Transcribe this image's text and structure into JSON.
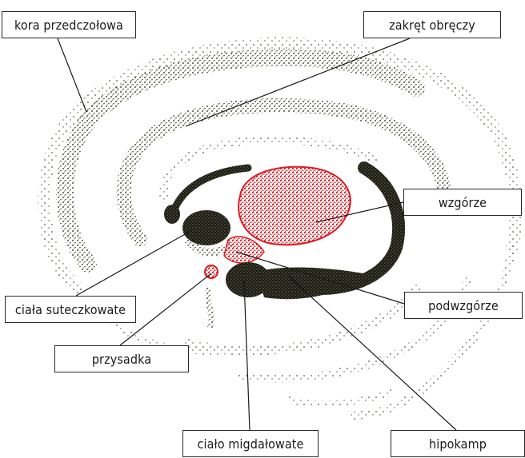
{
  "labels": {
    "kora_przedczolowa": "kora przedczołowa",
    "zakret_obreczy": "zakręt obręczy",
    "wzgorze": "wzgórze",
    "podwzgorze": "podwzgórze",
    "ciala_suteczkowate": "ciała suteczkowate",
    "przysadka": "przysadka",
    "cialo_migdalowate": "ciało migdałowate",
    "hipokamp": "hipokamp"
  },
  "colors": {
    "stipple": "#1a1a12",
    "stipple_light": "#6b6a3c",
    "highlight": "#e01a22",
    "leader_line": "#1a1a1a",
    "box_border": "#2a2a2a"
  }
}
